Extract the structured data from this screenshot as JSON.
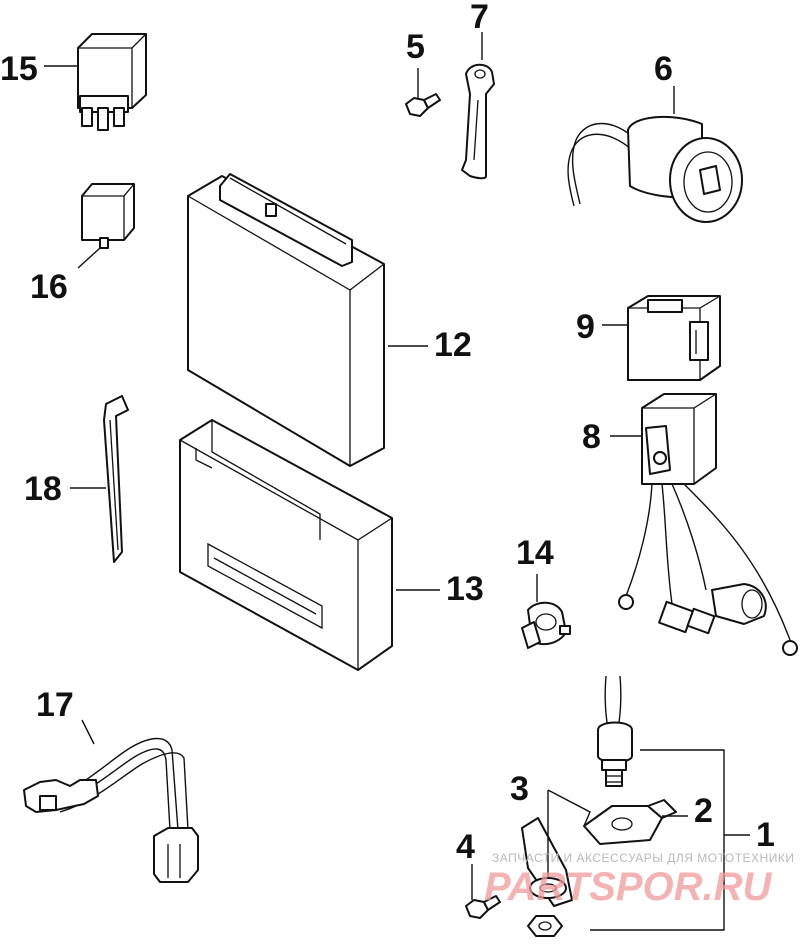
{
  "parts": [
    {
      "id": "1",
      "label": "1"
    },
    {
      "id": "2",
      "label": "2"
    },
    {
      "id": "3",
      "label": "3"
    },
    {
      "id": "4",
      "label": "4"
    },
    {
      "id": "5",
      "label": "5"
    },
    {
      "id": "6",
      "label": "6"
    },
    {
      "id": "7",
      "label": "7"
    },
    {
      "id": "8",
      "label": "8"
    },
    {
      "id": "9",
      "label": "9"
    },
    {
      "id": "12",
      "label": "12"
    },
    {
      "id": "13",
      "label": "13"
    },
    {
      "id": "14",
      "label": "14"
    },
    {
      "id": "15",
      "label": "15"
    },
    {
      "id": "16",
      "label": "16"
    },
    {
      "id": "17",
      "label": "17"
    },
    {
      "id": "18",
      "label": "18"
    }
  ],
  "watermark": {
    "tagline": "ЗАПЧАСТИ И АКСЕССУАРЫ ДЛЯ МОТОТЕХНИКИ",
    "brand": "PARTSPOR.RU",
    "color": "#ef9a9a"
  }
}
